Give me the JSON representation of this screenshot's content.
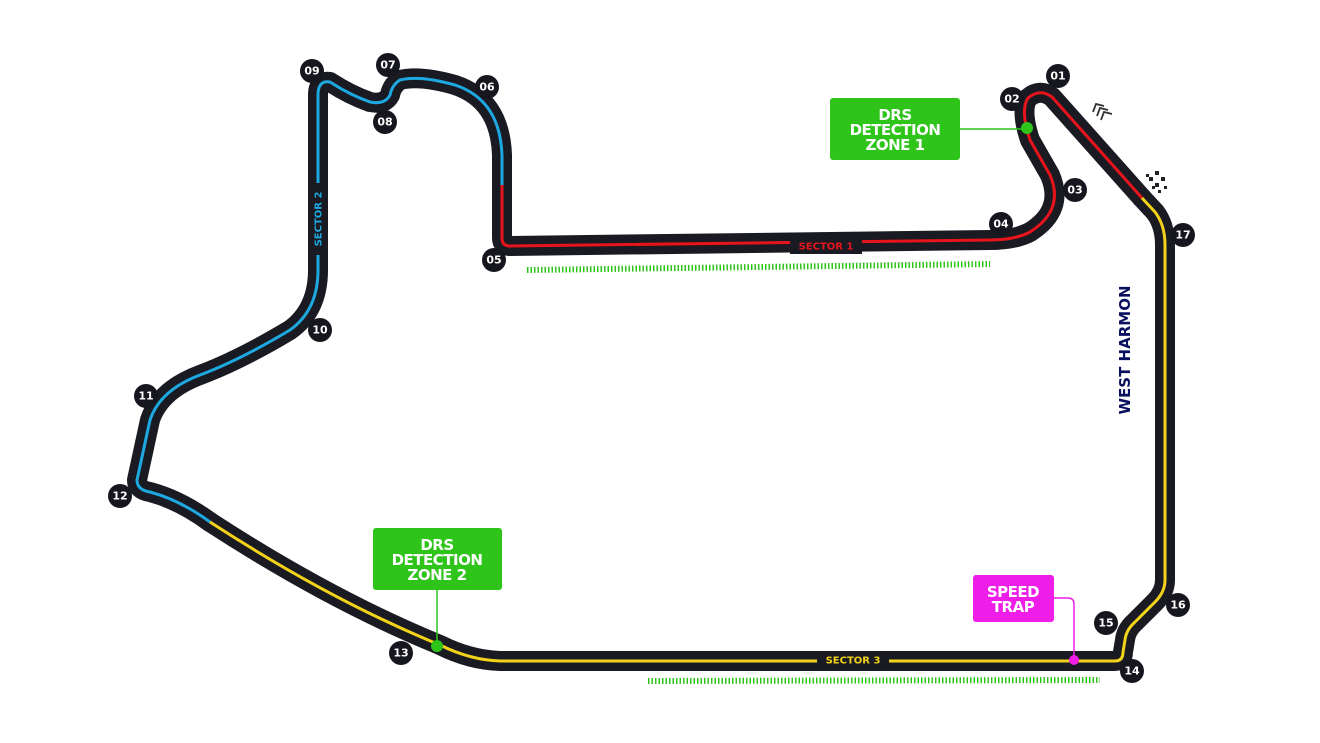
{
  "turns": [
    "01",
    "02",
    "03",
    "04",
    "05",
    "06",
    "07",
    "08",
    "09",
    "10",
    "11",
    "12",
    "13",
    "14",
    "15",
    "16",
    "17"
  ],
  "sectors": {
    "s1": "SECTOR 1",
    "s2": "SECTOR 2",
    "s3": "SECTOR 3"
  },
  "drs_zone_1": {
    "line1": "DRS",
    "line2": "DETECTION",
    "line3": "ZONE 1"
  },
  "drs_zone_2": {
    "line1": "DRS",
    "line2": "DETECTION",
    "line3": "ZONE 2"
  },
  "speed_trap": {
    "line1": "SPEED",
    "line2": "TRAP"
  },
  "street_label": "WEST HARMON",
  "colors": {
    "track": "#1a1a22",
    "sector1": "#e8141c",
    "sector2": "#1ea8e0",
    "sector3": "#f2d21a",
    "drs": "#2ec41a",
    "speed_trap": "#ee1ee8",
    "street": "#0a1060"
  }
}
